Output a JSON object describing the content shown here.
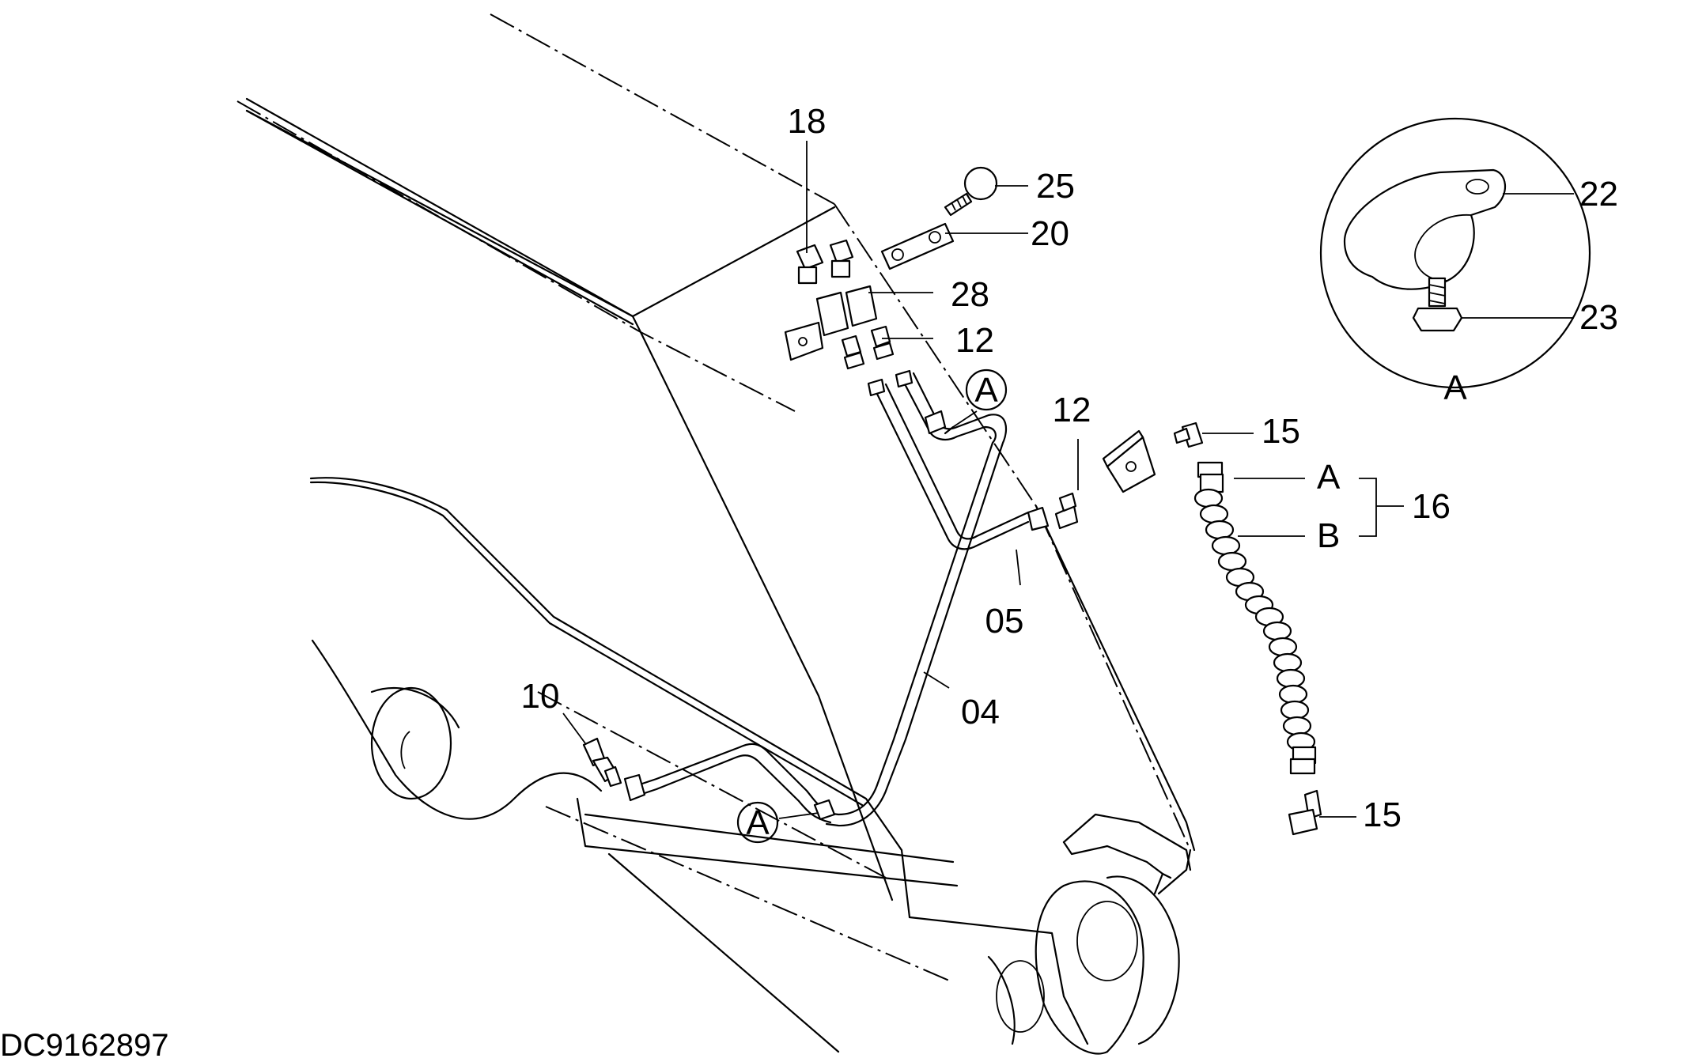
{
  "document_id": "DC9162897",
  "callouts": {
    "p18": "18",
    "p25": "25",
    "p20": "20",
    "p28": "28",
    "p12a": "12",
    "p12b": "12",
    "p05": "05",
    "p04": "04",
    "p10": "10",
    "p15a": "15",
    "p15b": "15",
    "p16": "16",
    "p22": "22",
    "p23": "23",
    "hose_a": "A",
    "hose_b": "B",
    "detail_a": "A",
    "ref_a1": "A",
    "ref_a2": "A"
  }
}
